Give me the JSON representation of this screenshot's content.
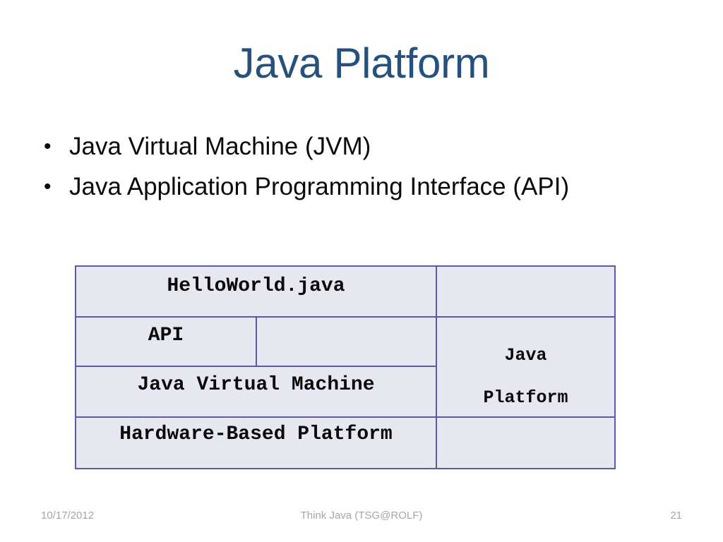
{
  "slide": {
    "title": "Java Platform",
    "title_color": "#26517C",
    "background_color": "#FFFFFF"
  },
  "bullets": [
    {
      "marker": "•",
      "text": "Java Virtual Machine (JVM)"
    },
    {
      "marker": "•",
      "text": "Java Application Programming Interface (API)"
    }
  ],
  "diagram": {
    "fill_color": "#E7E7EF",
    "border_color": "#5A5AA6",
    "cells": {
      "source_file": "HelloWorld.java",
      "api": "API",
      "jvm": "Java Virtual Machine",
      "hardware": "Hardware-Based Platform",
      "platform_line1": "Java",
      "platform_line2": "Platform"
    }
  },
  "footer": {
    "date": "10/17/2012",
    "center": "Think Java (TSG@ROLF)",
    "page_number": "21"
  }
}
